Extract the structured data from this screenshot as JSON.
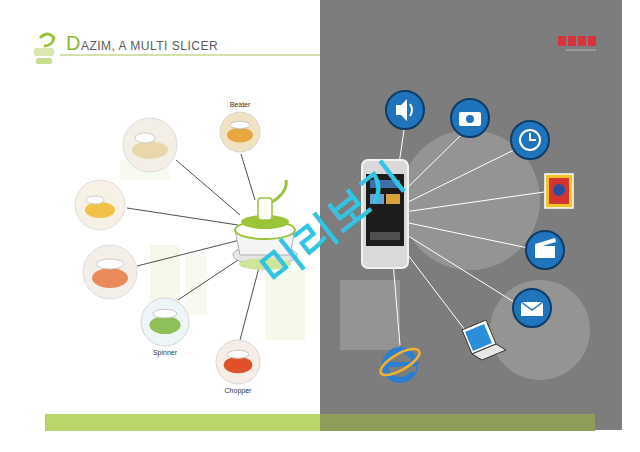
{
  "diagram": {
    "title": "DAZIM, A MULTI SLICER",
    "nodes": [
      {
        "text": [
          "Beater"
        ]
      },
      {
        "text": [
          "Spinner"
        ]
      },
      {
        "text": [
          "Chopper"
        ]
      }
    ],
    "labels": [
      "미리보기"
    ]
  }
}
